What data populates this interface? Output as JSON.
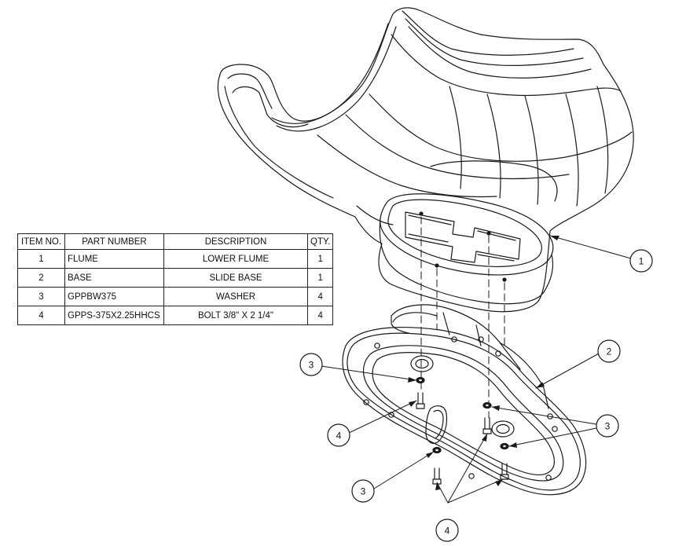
{
  "bom": {
    "headers": [
      "ITEM NO.",
      "PART NUMBER",
      "DESCRIPTION",
      "QTY."
    ],
    "rows": [
      {
        "item": "1",
        "part": "FLUME",
        "description": "LOWER FLUME",
        "qty": "1"
      },
      {
        "item": "2",
        "part": "BASE",
        "description": "SLIDE BASE",
        "qty": "1"
      },
      {
        "item": "3",
        "part": "GPPBW375",
        "description": "WASHER",
        "qty": "4"
      },
      {
        "item": "4",
        "part": "GPPS-375X2.25HHCS",
        "description": "BOLT 3/8\" X 2 1/4\"",
        "qty": "4"
      }
    ]
  },
  "balloons": {
    "b1": "1",
    "b2": "2",
    "b3_upper_left": "3",
    "b4_left": "4",
    "b3_right": "3",
    "b3_lower_left": "3",
    "b4_bottom": "4"
  },
  "line_color": "#1a1a1a"
}
